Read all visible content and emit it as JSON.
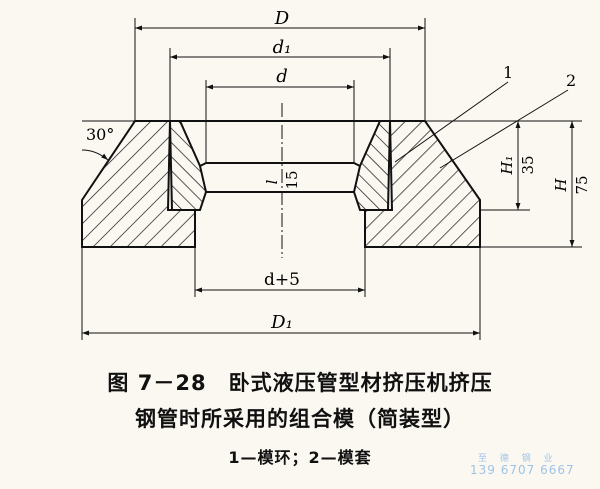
{
  "figure": {
    "title_line1": "图 7－28　卧式液压管型材挤压机挤压",
    "title_line2": "钢管时所采用的组合模（简装型）",
    "legend": "1—模环；2—模套"
  },
  "dimensions": {
    "D": "D",
    "d1": "d₁",
    "d": "d",
    "d_plus_5": "d+5",
    "D1": "D₁",
    "l": "l",
    "l_value": "15",
    "H1": "H₁",
    "H1_value": "35",
    "H": "H",
    "H_value": "75",
    "angle": "30°"
  },
  "part_labels": {
    "part1": "1",
    "part2": "2"
  },
  "watermark": {
    "line1": "至 德 钢 业",
    "line2": "139 6707 6667"
  }
}
